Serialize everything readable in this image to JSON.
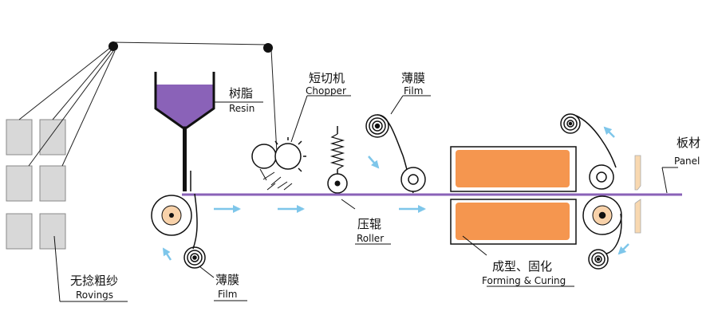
{
  "labels": {
    "resin_zh": "树脂",
    "resin_en": "Resin",
    "chopper_zh": "短切机",
    "chopper_en": "Chopper",
    "film_top_zh": "薄膜",
    "film_top_en": "Film",
    "panel_zh": "板材",
    "panel_en": "Panel",
    "roller_zh": "压辊",
    "roller_en": "Roller",
    "forming_zh": "成型、固化",
    "forming_en": "Forming & Curing",
    "film_bottom_zh": "薄膜",
    "film_bottom_en": "Film",
    "rovings_zh": "无捻粗纱",
    "rovings_en": "Rovings"
  },
  "colors": {
    "resin": "#8a62b8",
    "panel_line": "#8a62b8",
    "arrow": "#7ec6ea",
    "oven": "#f5964f",
    "roller_core": "#f8d2aa",
    "roving_box": "#d8d8d8",
    "knife": "#f8d8b0",
    "line": "#222222"
  }
}
